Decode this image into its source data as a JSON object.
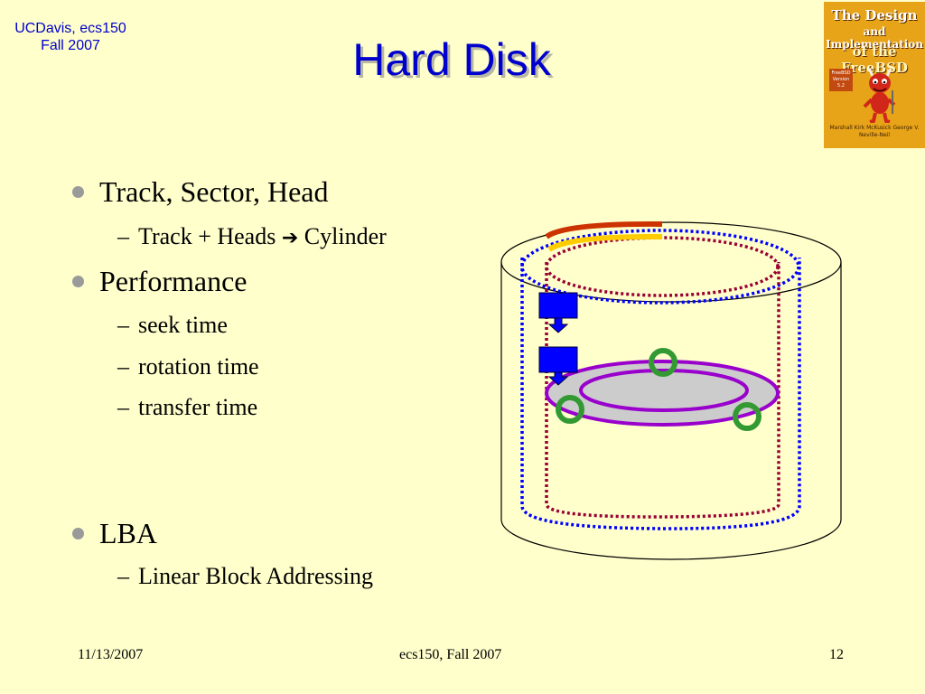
{
  "header": {
    "course_line1": "UCDavis, ecs150",
    "course_line2": "Fall 2007",
    "title": "Hard Disk"
  },
  "book": {
    "line1": "The Design",
    "line2": "and Implementation",
    "line3": "of the FreeBSD",
    "version": "FreeBSD Version 5.2",
    "authors": "Marshall Kirk McKusick George V. Neville-Neil"
  },
  "bullets": {
    "b1": "Track, Sector, Head",
    "b1_sub1_left": "Track + Heads",
    "b1_sub1_arrow": "➔",
    "b1_sub1_right": "Cylinder",
    "b2": "Performance",
    "b2_sub1": "seek time",
    "b2_sub2": "rotation time",
    "b2_sub3": "transfer time",
    "b3": "LBA",
    "b3_sub1": "Linear Block Addressing",
    "dash": "–"
  },
  "footer": {
    "date": "11/13/2007",
    "course": "ecs150, Fall 2007",
    "page": "12"
  },
  "colors": {
    "background": "#ffffcc",
    "title": "#0000cc",
    "track_red": "#cc3300",
    "track_yellow": "#ffcc00",
    "cylinder_dotted_red": "#990033",
    "cylinder_dotted_blue": "#0000ff",
    "platter": "#cccccc",
    "platter_outline": "#9900cc",
    "sector_marker": "#339933",
    "head": "#0000ff"
  }
}
